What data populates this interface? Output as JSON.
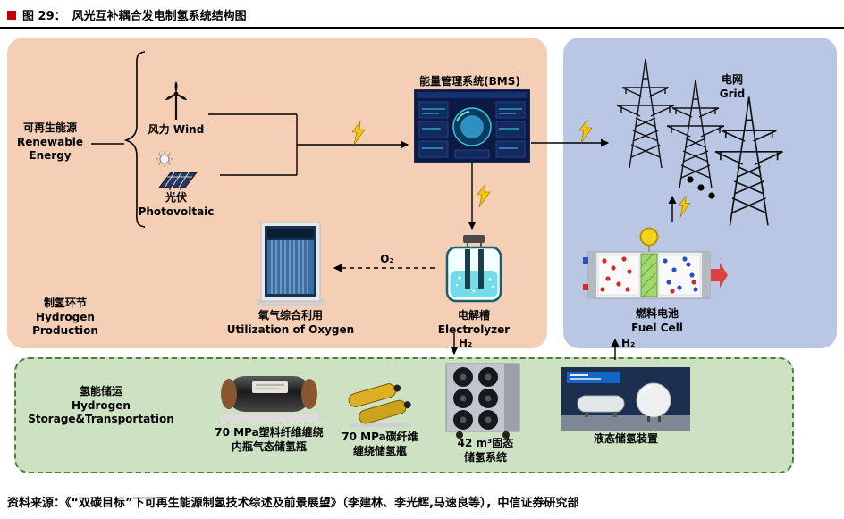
{
  "header": {
    "figure_label": "图 29：",
    "title": "风光互补耦合发电制氢系统结构图"
  },
  "footer": {
    "source": "资料来源：《“双碳目标”下可再生能源制氢技术综述及前景展望》（李建林、李光辉,马速良等），中信证券研究部"
  },
  "colors": {
    "production_bg": "#f5cfb5",
    "grid_bg": "#b9c6e4",
    "storage_bg": "#cde1c3",
    "storage_border": "#4e7e3e",
    "accent_red": "#c00000",
    "lightning": "#f7c600"
  },
  "production": {
    "region_label_cn": "制氢环节",
    "region_label_en": "Hydrogen Production",
    "renewable_cn": "可再生能源",
    "renewable_en1": "Renewable",
    "renewable_en2": "Energy",
    "wind_label": "风力 Wind",
    "pv_cn": "光伏",
    "pv_en": "Photovoltaic",
    "bms_label": "能量管理系统(BMS)",
    "electrolyzer_cn": "电解槽",
    "electrolyzer_en": "Electrolyzer",
    "oxygen_cn": "氧气综合利用",
    "oxygen_en": "Utilization of Oxygen",
    "o2_label": "O₂",
    "h2_label": "H₂"
  },
  "grid": {
    "grid_cn": "电网",
    "grid_en": "Grid",
    "fuel_cell_cn": "燃料电池",
    "fuel_cell_en": "Fuel Cell",
    "h2_label": "H₂"
  },
  "storage": {
    "region_cn": "氢能储运",
    "region_en1": "Hydrogen",
    "region_en2": "Storage&Transportation",
    "items": [
      {
        "caption1": "70 MPa塑料纤维缠绕",
        "caption2": "内瓶气态储氢瓶"
      },
      {
        "caption1": "70 MPa碳纤维",
        "caption2": "缠绕储氢瓶"
      },
      {
        "caption1": "42 m³固态",
        "caption2": "储氢系统"
      },
      {
        "caption1": "液态储氢装置",
        "caption2": ""
      }
    ]
  }
}
